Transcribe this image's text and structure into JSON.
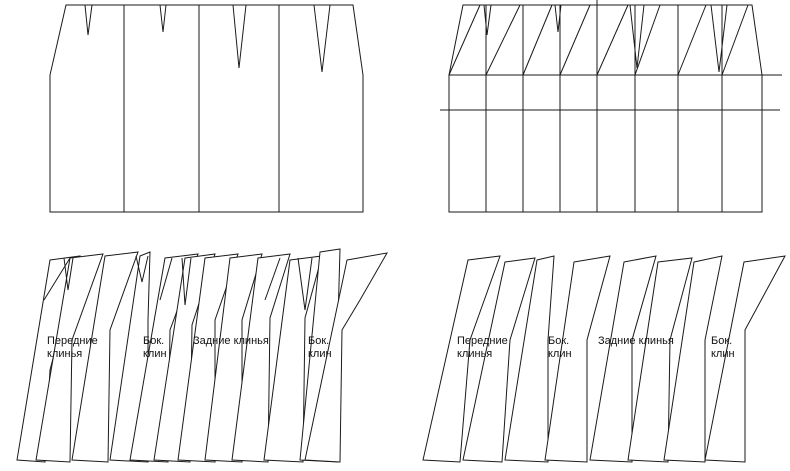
{
  "labels": {
    "front_gores": "Передние\nклинья",
    "side_gore_1": "Бок.\nклин",
    "back_gores": "Задние клинья",
    "side_gore_2": "Бок.\nклин"
  },
  "colors": {
    "line": "#1a1a1a",
    "background": "#ffffff"
  }
}
